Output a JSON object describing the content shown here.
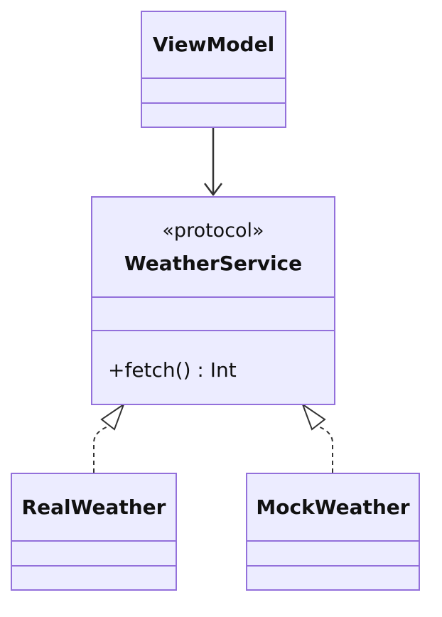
{
  "diagram": {
    "classes": {
      "view_model": {
        "name": "ViewModel",
        "attributes": [],
        "methods": []
      },
      "weather_service": {
        "stereotype": "«protocol»",
        "name": "WeatherService",
        "attributes": [],
        "methods": [
          "+fetch() : Int"
        ]
      },
      "real_weather": {
        "name": "RealWeather",
        "attributes": [],
        "methods": []
      },
      "mock_weather": {
        "name": "MockWeather",
        "attributes": [],
        "methods": []
      }
    },
    "relations": [
      {
        "from": "ViewModel",
        "to": "WeatherService",
        "type": "association"
      },
      {
        "from": "RealWeather",
        "to": "WeatherService",
        "type": "realization"
      },
      {
        "from": "MockWeather",
        "to": "WeatherService",
        "type": "realization"
      }
    ],
    "colors": {
      "fill": "#ececff",
      "border": "#9370db",
      "line": "#333333",
      "text": "#111111"
    }
  }
}
